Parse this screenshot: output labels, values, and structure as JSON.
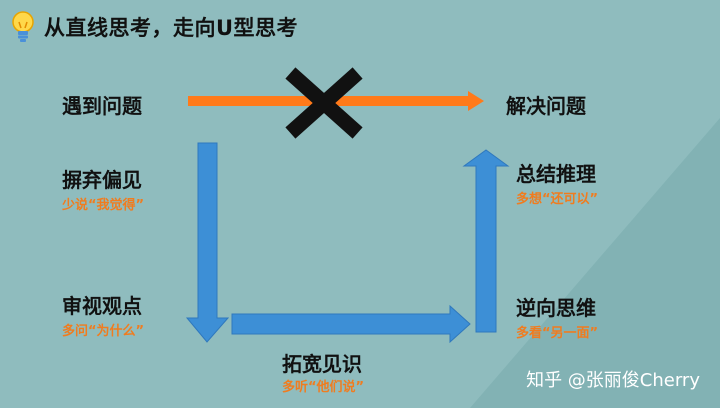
{
  "title": "从直线思考，走向U型思考",
  "nodes": {
    "problem": "遇到问题",
    "solve": "解决问题",
    "abandon": {
      "label": "摒弃偏见",
      "hint": "少说“我觉得”"
    },
    "review": {
      "label": "审视观点",
      "hint": "多问“为什么”"
    },
    "broaden": {
      "label": "拓宽见识",
      "hint": "多听“他们说”"
    },
    "reverse": {
      "label": "逆向思维",
      "hint": "多看“另一面”"
    },
    "summary": {
      "label": "总结推理",
      "hint": "多想“还可以”"
    }
  },
  "watermark": "知乎 @张丽俊Cherry",
  "colors": {
    "background": "#8fbcbe",
    "shade": "#7fafb1",
    "arrow_blue": "#3d8fd6",
    "arrow_orange": "#ff7a1a",
    "hint_orange": "#f07c1f",
    "cross": "#111111"
  },
  "icons": {
    "title": "lightbulb-icon",
    "blocked": "cross-icon"
  }
}
